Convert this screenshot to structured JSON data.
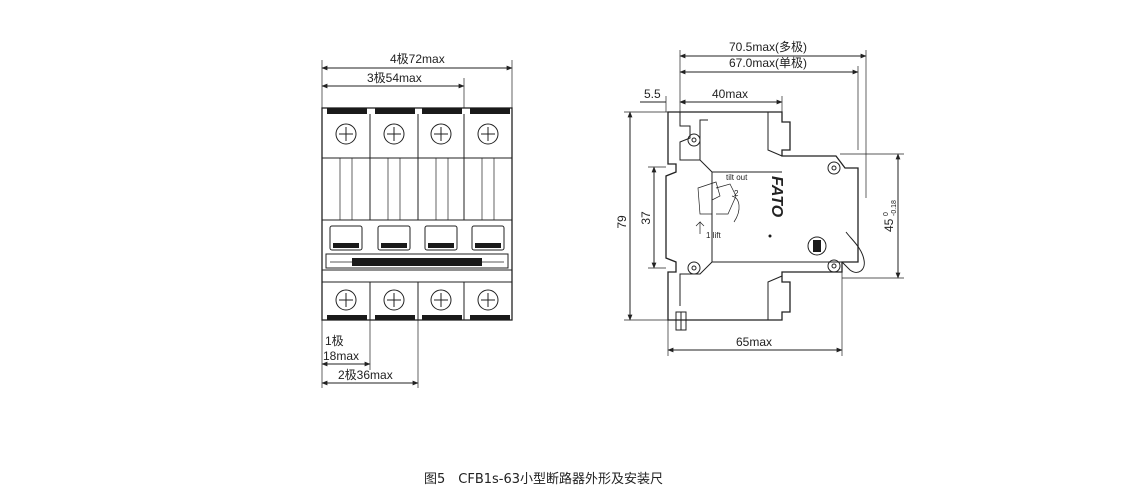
{
  "front_view": {
    "dim_4pole": "4极72max",
    "dim_3pole": "3极54max",
    "dim_1pole_line1": "1极",
    "dim_1pole_line2": "18max",
    "dim_2pole": "2极36max"
  },
  "side_view": {
    "dim_multi_pole": "70.5max(多极)",
    "dim_single_pole": "67.0max(单极)",
    "dim_5_5": "5.5",
    "dim_40max": "40max",
    "dim_79": "79",
    "dim_37": "37",
    "dim_45": "45",
    "dim_45_upper_tol": "0",
    "dim_45_lower_tol": "-0.18",
    "dim_65max": "65max",
    "tilt_out": "tilt out",
    "lift": "1 lift",
    "step_2": "2",
    "brand": "FATO"
  },
  "caption": "图5　CFB1s-63小型断路器外形及安装尺"
}
